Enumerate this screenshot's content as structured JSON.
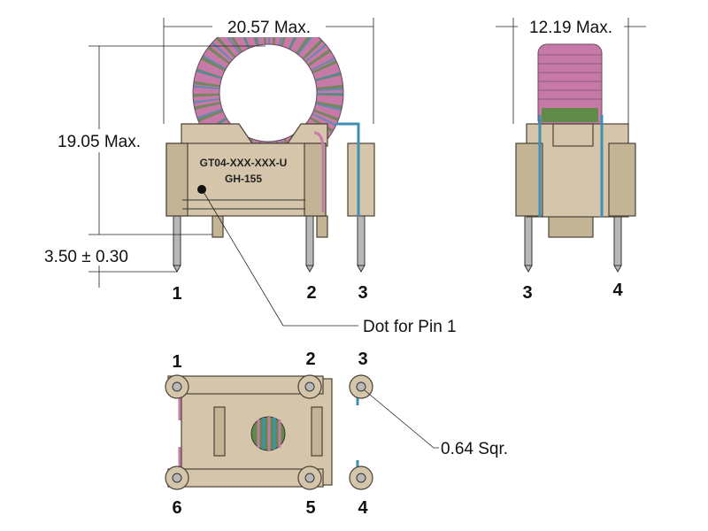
{
  "dimensions": {
    "width": "20.57 Max.",
    "height": "19.05 Max.",
    "pin_length": "3.50 ± 0.30",
    "depth": "12.19 Max.",
    "pin_size": "0.64 Sqr."
  },
  "part_marking": {
    "line1": "GT04-XXX-XXX-U",
    "line2": "GH-155"
  },
  "callouts": {
    "dot": "Dot for Pin 1"
  },
  "pin_labels": {
    "front": [
      "1",
      "2",
      "3"
    ],
    "side": [
      "3",
      "4"
    ],
    "bottom_top": [
      "1",
      "2",
      "3"
    ],
    "bottom_bottom": [
      "6",
      "5",
      "4"
    ]
  },
  "colors": {
    "body": "#d5c6ab",
    "wire_pink": "#c77aa8",
    "wire_blue": "#3f8fb5",
    "wire_green": "#5f8a48"
  }
}
